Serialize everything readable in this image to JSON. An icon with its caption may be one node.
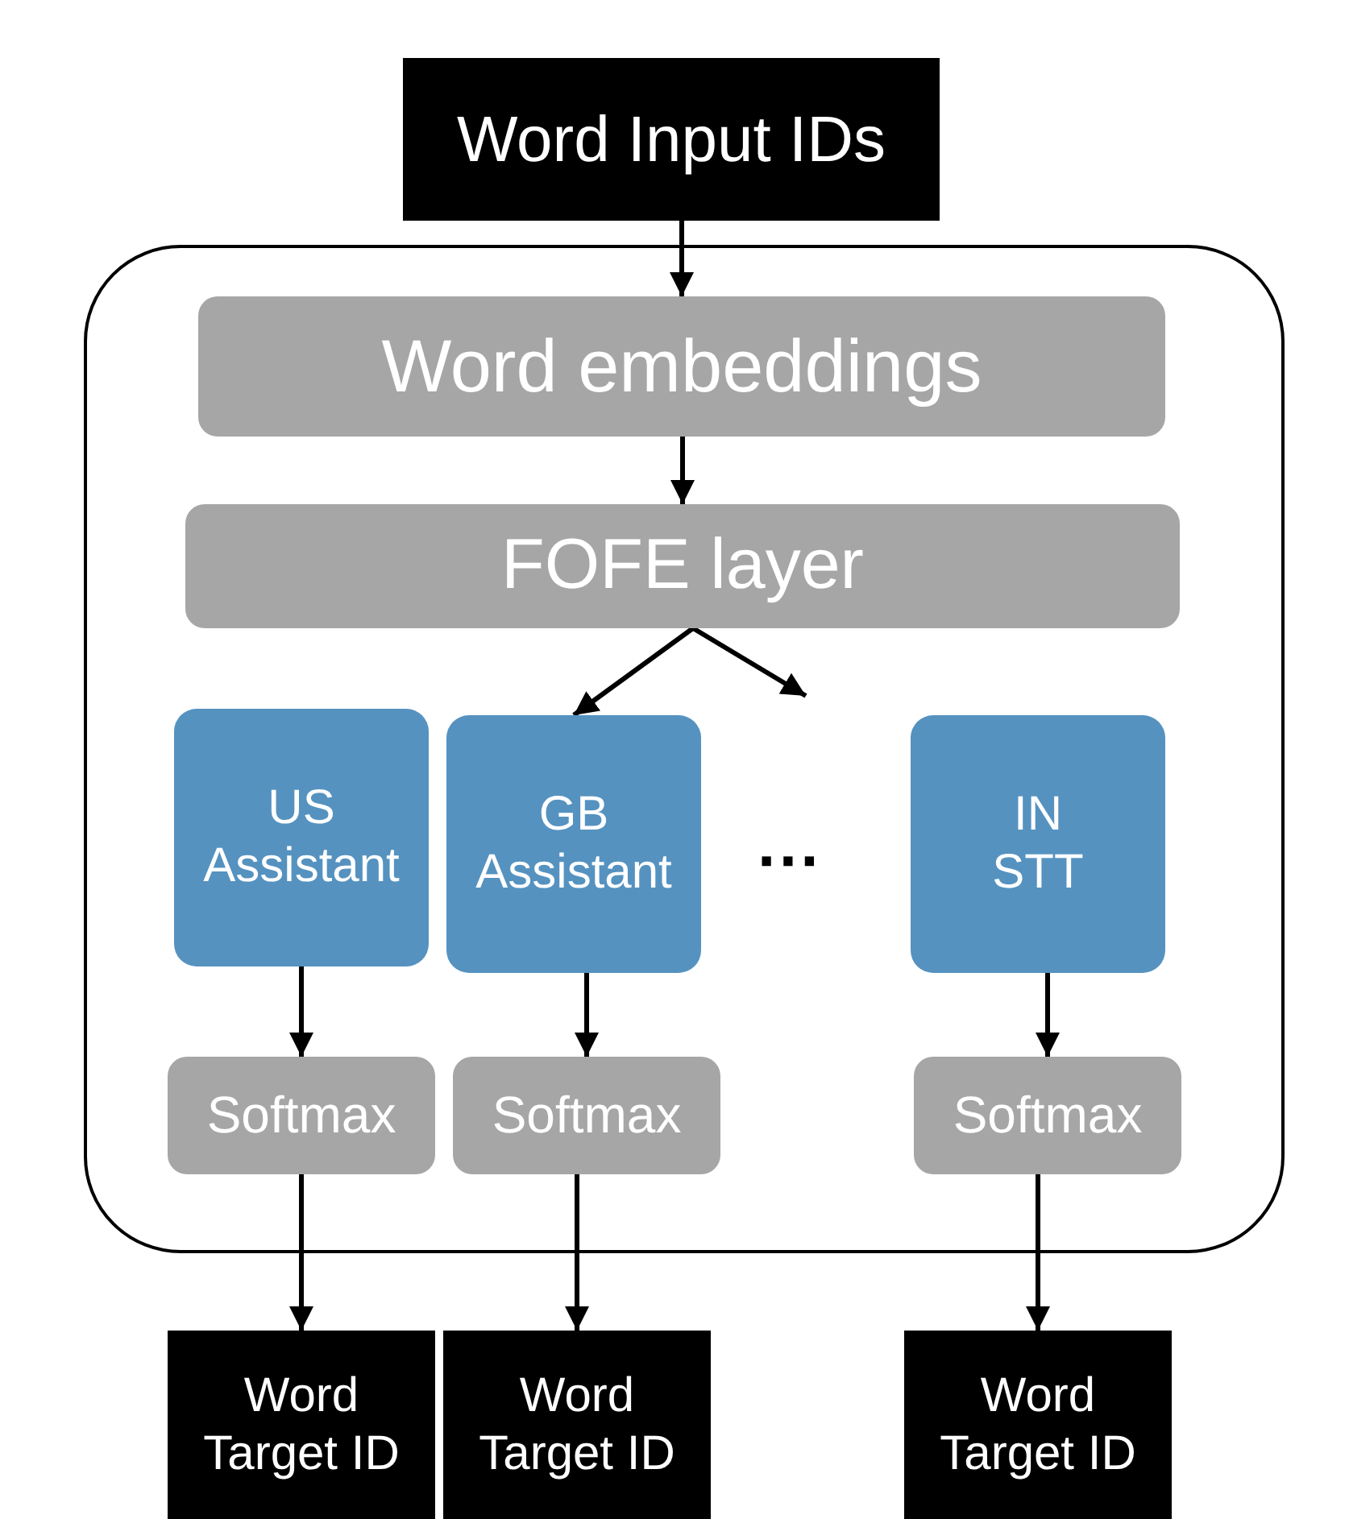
{
  "diagram": {
    "nodes": [
      {
        "text": [
          "Word Input IDs"
        ]
      },
      {
        "text": [],
        "shape": "box"
      },
      {
        "text": [
          "Word embeddings"
        ],
        "in": 1
      },
      {
        "text": [
          "FOFE layer"
        ],
        "in": 1
      },
      {
        "text": [
          "US Assistant"
        ],
        "in": 1
      },
      {
        "text": [
          "GB Assistant"
        ],
        "in": 1
      },
      {
        "text": [
          "IN STT"
        ],
        "in": 1
      },
      {
        "text": [
          "Softmax"
        ],
        "in": 1
      },
      {
        "text": [
          "Softmax"
        ],
        "in": 1
      },
      {
        "text": [
          "Softmax"
        ],
        "in": 1
      },
      {
        "text": [
          "Word Target ID"
        ]
      },
      {
        "text": [
          "Word Target ID"
        ]
      },
      {
        "text": [
          "Word Target ID"
        ]
      }
    ],
    "edges": [
      {
        "from": 0,
        "to": 2,
        "arrow": "to"
      },
      {
        "from": 2,
        "to": 3,
        "arrow": "to"
      },
      {
        "from": 3,
        "to": 5,
        "arrow": "to"
      },
      {
        "from": 3,
        "to": null,
        "arrow": "to"
      },
      {
        "from": 4,
        "to": 7,
        "arrow": "to"
      },
      {
        "from": 5,
        "to": 8,
        "arrow": "to"
      },
      {
        "from": 6,
        "to": 9,
        "arrow": "to"
      },
      {
        "from": 7,
        "to": 10,
        "arrow": "to"
      },
      {
        "from": 8,
        "to": 11,
        "arrow": "to"
      },
      {
        "from": 9,
        "to": 12,
        "arrow": "to"
      }
    ],
    "labels": [
      "···"
    ]
  }
}
